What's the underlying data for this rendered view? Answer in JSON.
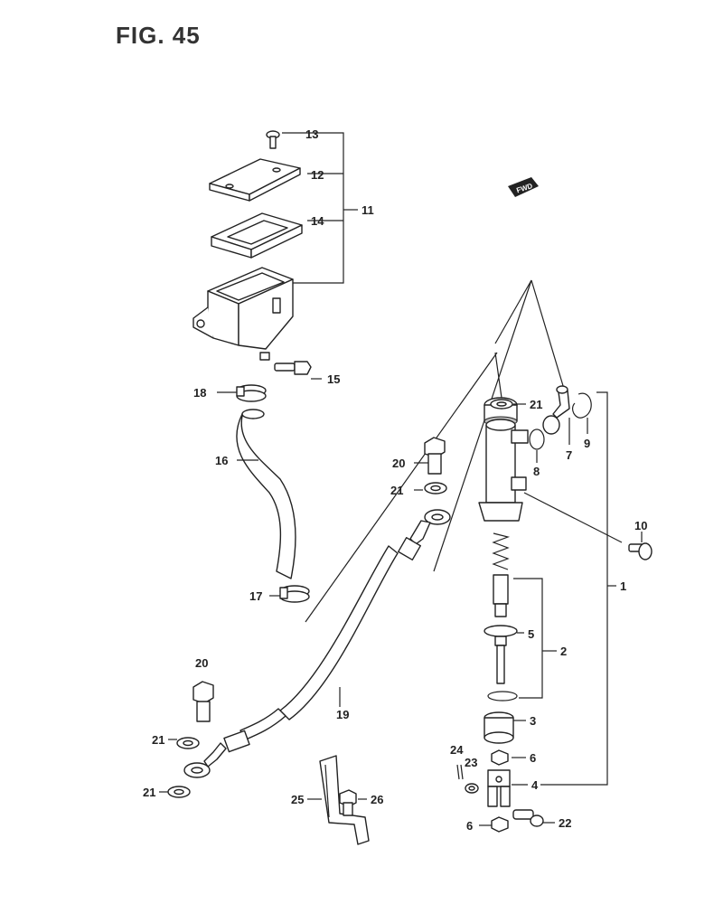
{
  "figure": {
    "title": "FIG. 45"
  },
  "badge": {
    "fwd": "FWD"
  },
  "callouts": {
    "p1": "1",
    "p2": "2",
    "p3": "3",
    "p4": "4",
    "p5": "5",
    "p6a": "6",
    "p6b": "6",
    "p7": "7",
    "p8": "8",
    "p9": "9",
    "p10": "10",
    "p11": "11",
    "p12": "12",
    "p13": "13",
    "p14": "14",
    "p15": "15",
    "p16": "16",
    "p17": "17",
    "p18": "18",
    "p19": "19",
    "p20a": "20",
    "p20b": "20",
    "p21a": "21",
    "p21b": "21",
    "p21c": "21",
    "p21d": "21",
    "p22": "22",
    "p23": "23",
    "p24": "24",
    "p25": "25",
    "p26": "26"
  }
}
